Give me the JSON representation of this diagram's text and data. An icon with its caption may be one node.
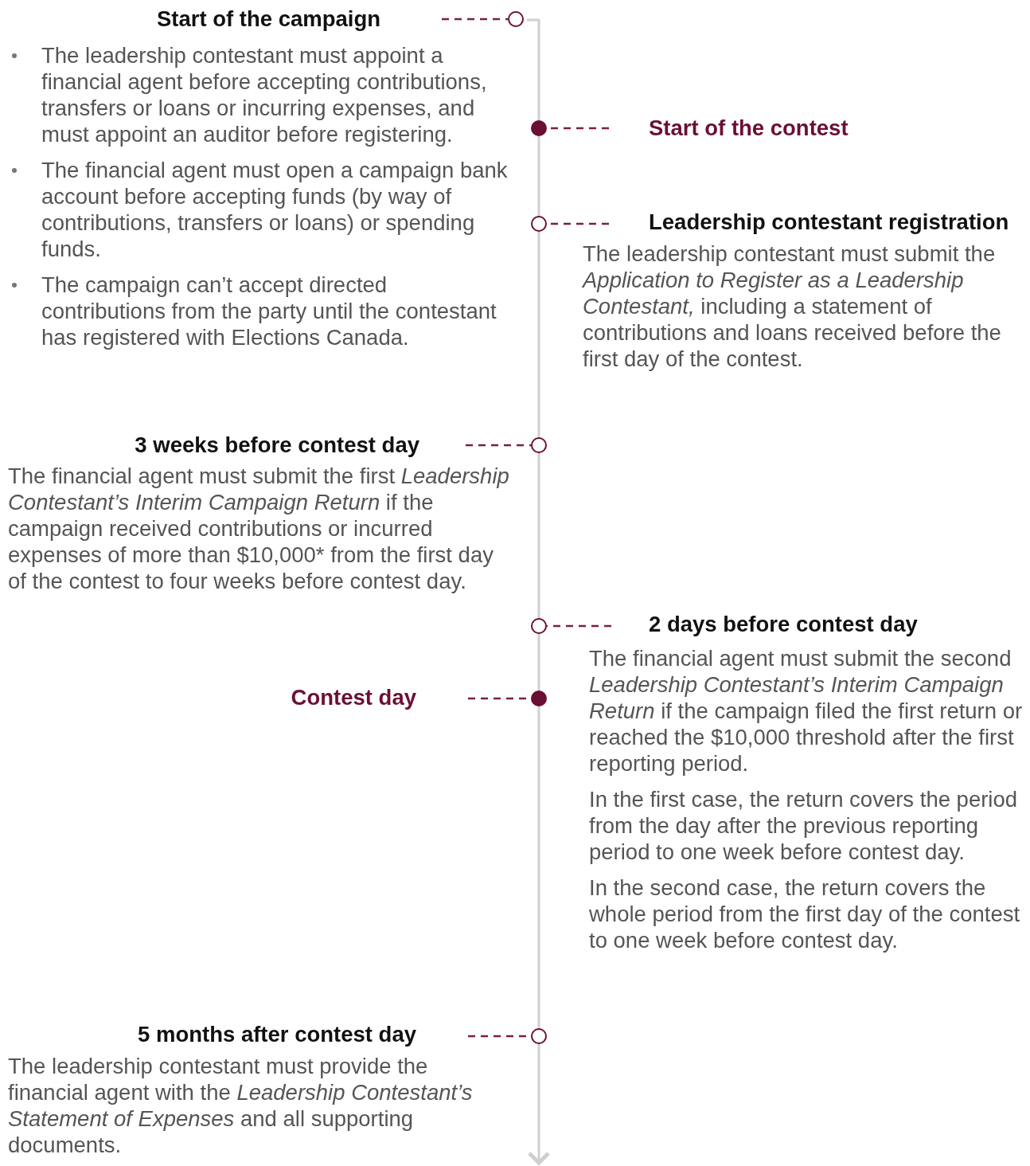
{
  "diagram": {
    "nodes": [
      {
        "text": [
          "Start of the campaign"
        ],
        "beside": [
          "The leadership contestant must appoint a financial agent before accepting contributions, transfers or loans or incurring expenses, and must appoint an auditor before registering.",
          "The financial agent must open a campaign bank account before accepting funds (by way of contributions, transfers or loans) or spending funds.",
          "The campaign can’t accept directed contributions from the party until the contestant has registered with Elections Canada."
        ]
      },
      {
        "text": [],
        "shape": "circle"
      },
      {
        "text": [
          "Start of the contest"
        ]
      },
      {
        "text": [],
        "shape": "circle"
      },
      {
        "text": [
          "Leadership contestant registration"
        ],
        "beside": [
          "The leadership contestant must submit the *Application to Register as a Leadership Contestant,* including a statement of contributions and loans received before the first day of the contest."
        ]
      },
      {
        "text": [],
        "shape": "circle"
      },
      {
        "text": [
          "3 weeks before contest day"
        ],
        "beside": [
          "The financial agent must submit the first *Leadership Contestant’s Interim Campaign Return* if the campaign received contributions or incurred expenses of more than $10,000* from the first day of the contest to four weeks before contest day."
        ]
      },
      {
        "text": [],
        "shape": "circle"
      },
      {
        "text": [
          "2 days before contest day"
        ],
        "beside": [
          "The financial agent must submit the second *Leadership Contestant’s Interim Campaign Return* if the campaign filed the first return or reached the $10,000 threshold after the first reporting period.",
          "In the first case, the return covers the period from the day after the previous reporting period to one week before contest day.",
          "In the second case, the return covers the whole period from the first day of the contest to one week before contest day."
        ]
      },
      {
        "text": [],
        "shape": "circle"
      },
      {
        "text": [
          "Contest day"
        ]
      },
      {
        "text": [],
        "shape": "circle"
      },
      {
        "text": [
          "5 months after contest day"
        ],
        "beside": [
          "The leadership contestant must provide the financial agent with the *Leadership Contestant’s Statement of Expenses* and all supporting documents."
        ]
      },
      {
        "text": [],
        "shape": "circle"
      }
    ],
    "edges": [
      {
        "from": 0,
        "to": 1,
        "arrow": "none",
        "style": "dashed"
      },
      {
        "from": 2,
        "to": 3,
        "arrow": "none",
        "style": "dashed"
      },
      {
        "from": 4,
        "to": 5,
        "arrow": "none",
        "style": "dashed"
      },
      {
        "from": 6,
        "to": 7,
        "arrow": "none",
        "style": "dashed"
      },
      {
        "from": 8,
        "to": 9,
        "arrow": "none",
        "style": "dashed"
      },
      {
        "from": 10,
        "to": 11,
        "arrow": "none",
        "style": "dashed"
      },
      {
        "from": 12,
        "to": 13,
        "arrow": "none",
        "style": "dashed"
      }
    ]
  }
}
